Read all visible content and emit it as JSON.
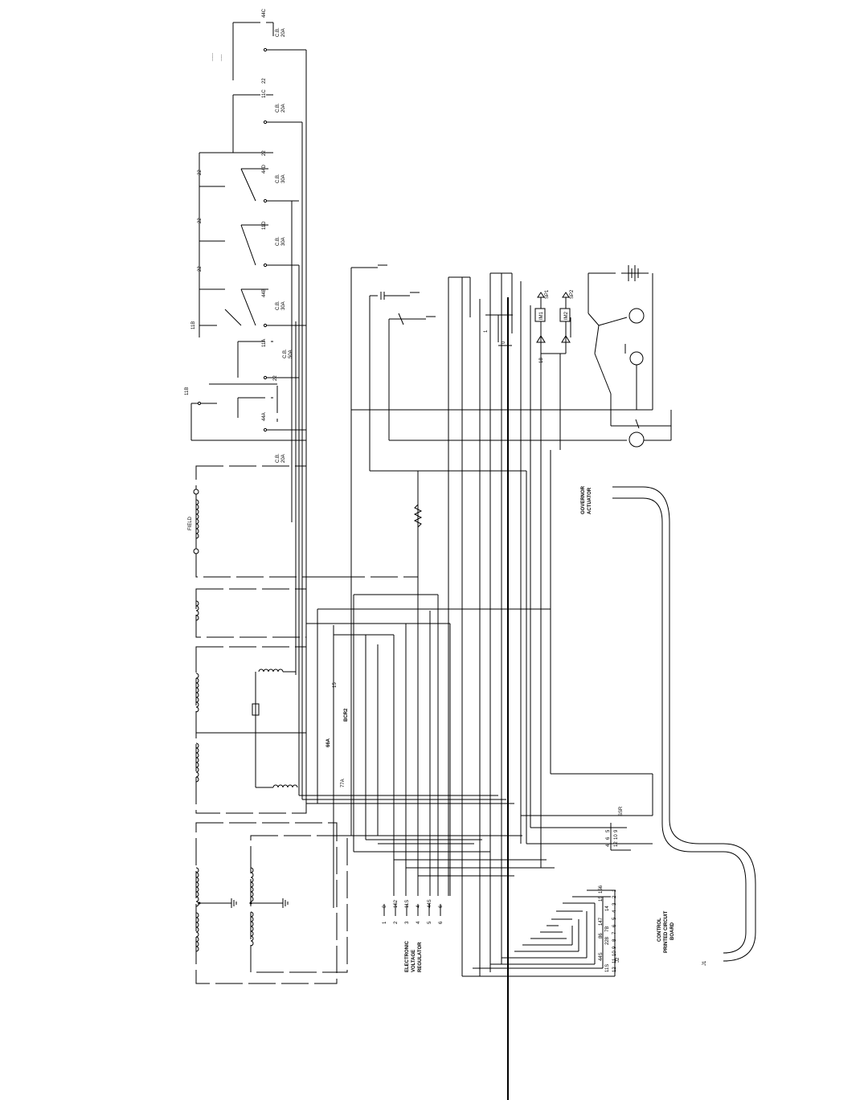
{
  "breakers": [
    {
      "id": "cb-44c",
      "wire": "44C",
      "label": "C.B.",
      "rating": "20A"
    },
    {
      "id": "cb-11c",
      "wire": "11C",
      "label": "C.B.",
      "rating": "20A"
    },
    {
      "id": "cb-44d",
      "wire": "44D",
      "label": "C.B.",
      "rating": "30A"
    },
    {
      "id": "cb-11d",
      "wire": "11D",
      "label": "C.B.",
      "rating": "30A"
    },
    {
      "id": "cb-44b",
      "wire": "44B",
      "label": "C.B.",
      "rating": "30A"
    },
    {
      "id": "cb-11a",
      "wire": "11A",
      "label": "C.B.",
      "rating": "50A"
    },
    {
      "id": "cb-44a",
      "wire": "44A",
      "label": "C.B.",
      "rating": "20A"
    }
  ],
  "wire_labels": {
    "w22": "22",
    "w11b": "11B",
    "w15": "15",
    "w66a": "66A",
    "w77a": "77A",
    "bcr2": "BCR2",
    "w18": "18",
    "w1": "1",
    "w0": "0",
    "sp1": "SP1",
    "sp2": "SP2",
    "im1": "IM1",
    "im2": "IM2"
  },
  "field": "FIELD",
  "governor": [
    "GOVERNOR",
    "ACTUATOR"
  ],
  "regulator": {
    "title": [
      "ELECTRONIC",
      "VOLTAGE",
      "REGULATOR"
    ],
    "pins": [
      {
        "n": "1",
        "wire": "0"
      },
      {
        "n": "2",
        "wire": "162"
      },
      {
        "n": "3",
        "wire": "11S"
      },
      {
        "n": "4",
        "wire": "4"
      },
      {
        "n": "5",
        "wire": "44S"
      },
      {
        "n": "6",
        "wire": "6"
      }
    ]
  },
  "ssr": {
    "label": "SSR",
    "top_pins": [
      "4",
      "6",
      "5"
    ],
    "bottom_pins": [
      "12",
      "10",
      "9"
    ]
  },
  "control_board": {
    "title": [
      "CONTROL",
      "PRINTED CIRCUIT",
      "BOARD"
    ],
    "j1": "J1",
    "j2": "J2",
    "row_top": [
      "11S",
      "44S",
      "",
      "",
      "",
      "",
      "",
      "",
      "",
      ""
    ],
    "row_mid": [
      "",
      "",
      "",
      "228",
      "86",
      "7B",
      "147",
      "",
      "14",
      "",
      "15",
      "",
      "156"
    ],
    "row_low": [
      "12",
      "11",
      "10",
      "9",
      "8",
      "7",
      "6",
      "5",
      "4",
      "3",
      "2",
      "1"
    ]
  },
  "legend_fragments": [
    "......",
    ".....",
    "...."
  ]
}
